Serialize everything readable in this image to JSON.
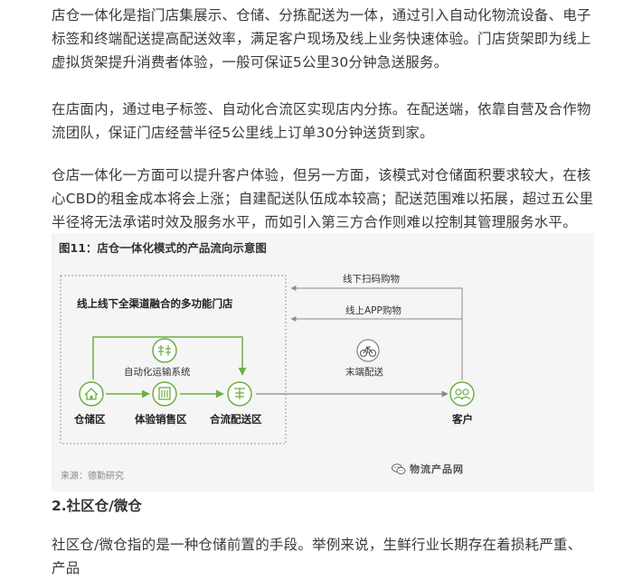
{
  "paragraphs": {
    "p1": "店仓一体化是指门店集展示、仓储、分拣配送为一体，通过引入自动化物流设备、电子标签和终端配送提高配送效率，满足客户现场及线上业务快速体验。门店货架即为线上虚拟货架提升消费者体验，一般可保证5公里30分钟急送服务。",
    "p2": "在店面内，通过电子标签、自动化合流区实现店内分拣。在配送端，依靠自营及合作物流团队，保证门店经营半径5公里线上订单30分钟送货到家。",
    "p3": "仓店一体化一方面可以提升客户体验，但另一方面，该模式对仓储面积要求较大，在核心CBD的租金成本将会上涨；自建配送队伍成本较高；配送范围难以拓展，超过五公里半径将无法承诺时效及服务水平，而如引入第三方合作则难以控制其管理服务水平。",
    "p4": "社区仓/微仓指的是一种仓储前置的手段。举例来说，生鲜行业长期存在着损耗严重、产品"
  },
  "figure": {
    "title": "图11：店仓一体化模式的产品流向示意图",
    "source": "来源：德勤研究",
    "watermark": "物流产品网",
    "store_title": "线上线下全渠道融合的多功能门店",
    "auto_system": "自动化运输系统",
    "nodes": {
      "storage": "仓储区",
      "experience": "体验销售区",
      "merge": "合流配送区",
      "customer": "客户"
    },
    "flows": {
      "offline": "线下扫码购物",
      "app": "线上APP购物",
      "delivery": "末端配送"
    },
    "colors": {
      "green": "#6fae45",
      "gray": "#8a8a8a",
      "dashed": "#999999",
      "background": "#f5f5f5"
    },
    "icons": {
      "storage": "house-icon",
      "experience": "building-icon",
      "merge": "hanger-icon",
      "customer": "people-icon",
      "auto": "transport-system-icon",
      "delivery": "bicycle-icon",
      "watermark": "wechat-icon"
    }
  },
  "section": {
    "heading": "2.社区仓/微仓"
  }
}
